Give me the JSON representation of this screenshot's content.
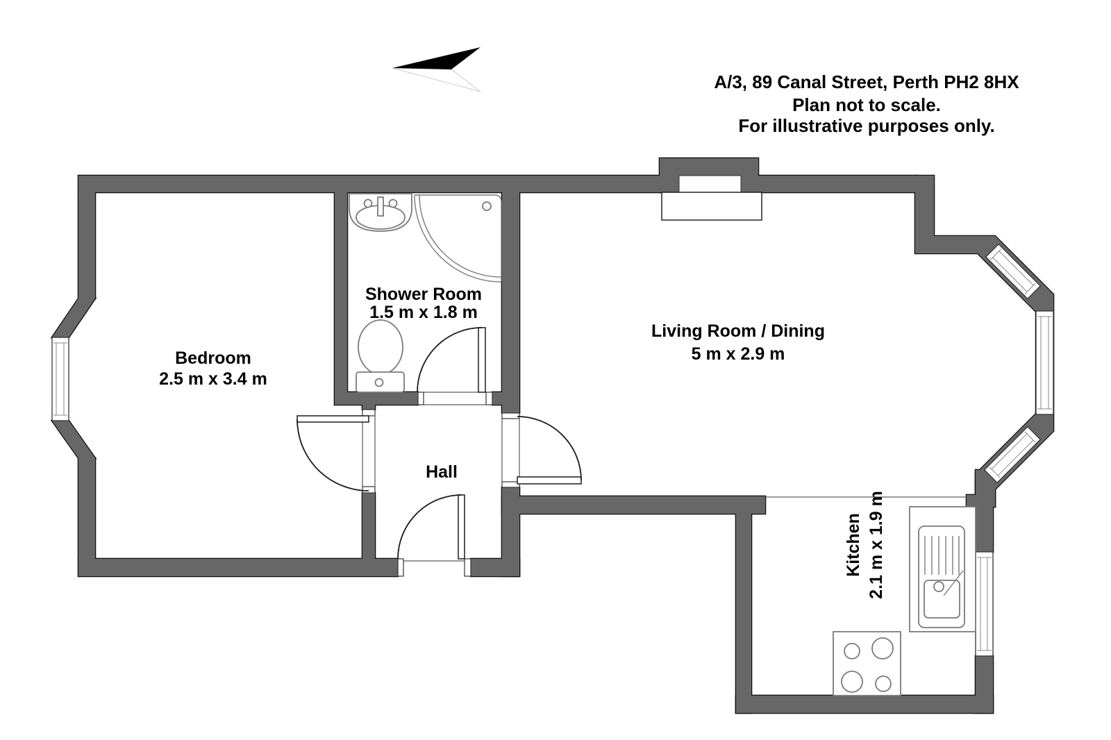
{
  "title": {
    "line1": "A/3, 89 Canal Street, Perth PH2 8HX",
    "line2": "Plan not to scale.",
    "line3": "For illustrative purposes only."
  },
  "rooms": {
    "bedroom": {
      "name": "Bedroom",
      "dims": "2.5 m x 3.4 m"
    },
    "shower": {
      "name": "Shower Room",
      "dims": "1.5 m x 1.8 m"
    },
    "living": {
      "name": "Living Room / Dining",
      "dims": "5 m x 2.9 m"
    },
    "hall": {
      "name": "Hall"
    },
    "kitchen": {
      "name": "Kitchen",
      "dims": "2.1 m x 1.9 m"
    }
  },
  "colors": {
    "wall": "#676767",
    "wall_outline": "#111111",
    "fixture_outline": "#7a7a7a",
    "window_line": "#8a8a8a",
    "door_line": "#1a1a1a",
    "text": "#000000"
  },
  "icons": {
    "north_arrow": "north-arrow"
  }
}
